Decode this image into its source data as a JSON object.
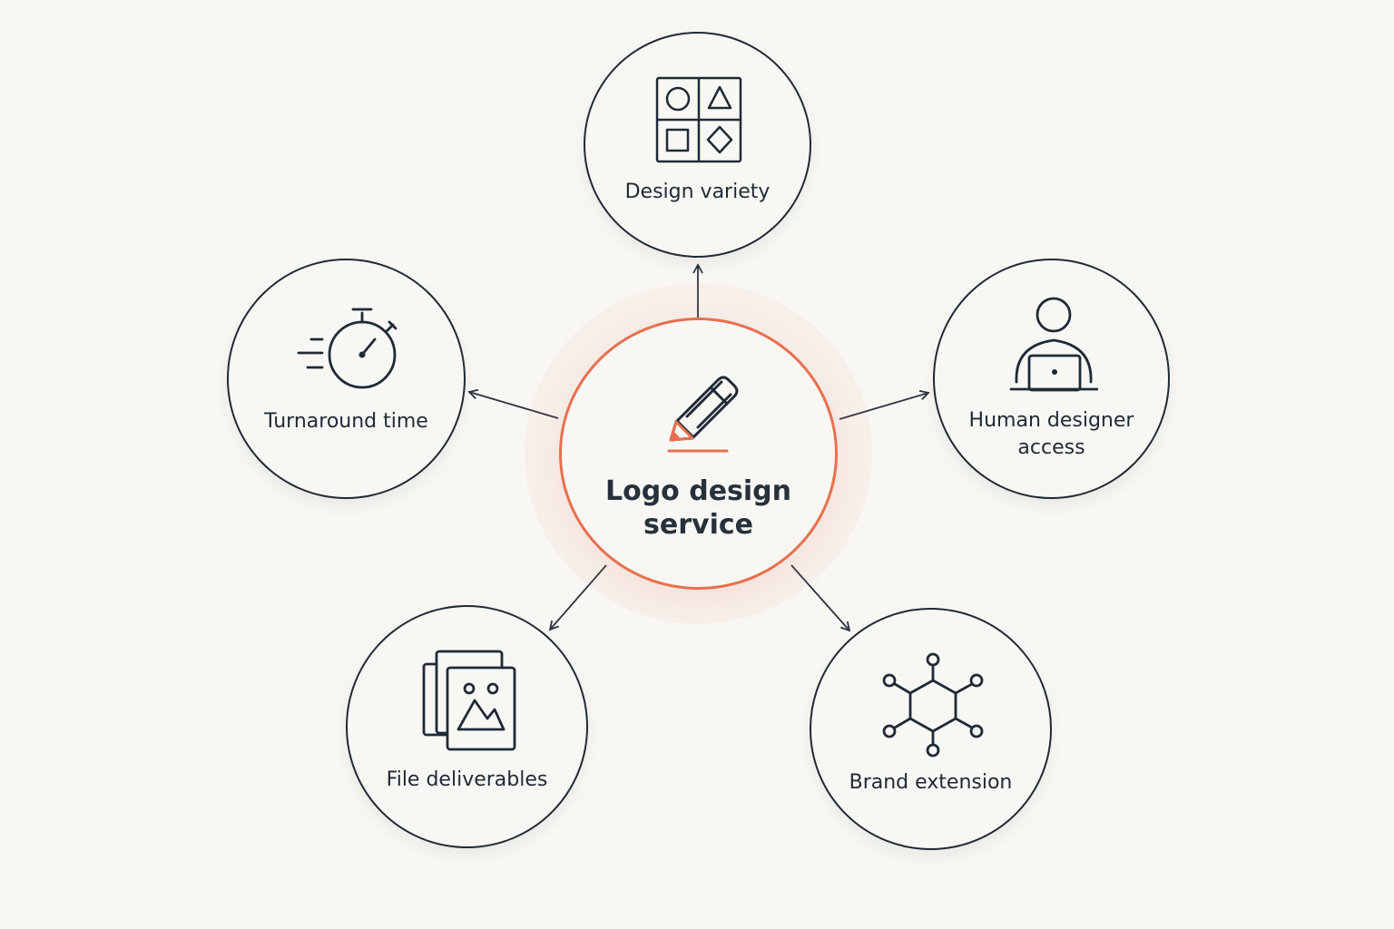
{
  "center": {
    "title_line1": "Logo design",
    "title_line2": "service",
    "icon": "pencil-icon"
  },
  "nodes": {
    "design_variety": {
      "label": "Design variety",
      "icon": "shapes-grid-icon"
    },
    "turnaround_time": {
      "label": "Turnaround time",
      "icon": "stopwatch-icon"
    },
    "human_designer": {
      "label_line1": "Human designer",
      "label_line2": "access",
      "icon": "person-laptop-icon"
    },
    "file_deliverables": {
      "label": "File deliverables",
      "icon": "image-files-icon"
    },
    "brand_extension": {
      "label": "Brand extension",
      "icon": "hexagon-network-icon"
    }
  },
  "colors": {
    "accent": "#e8704f",
    "stroke": "#1f2a36",
    "background": "#f8f7f4"
  }
}
